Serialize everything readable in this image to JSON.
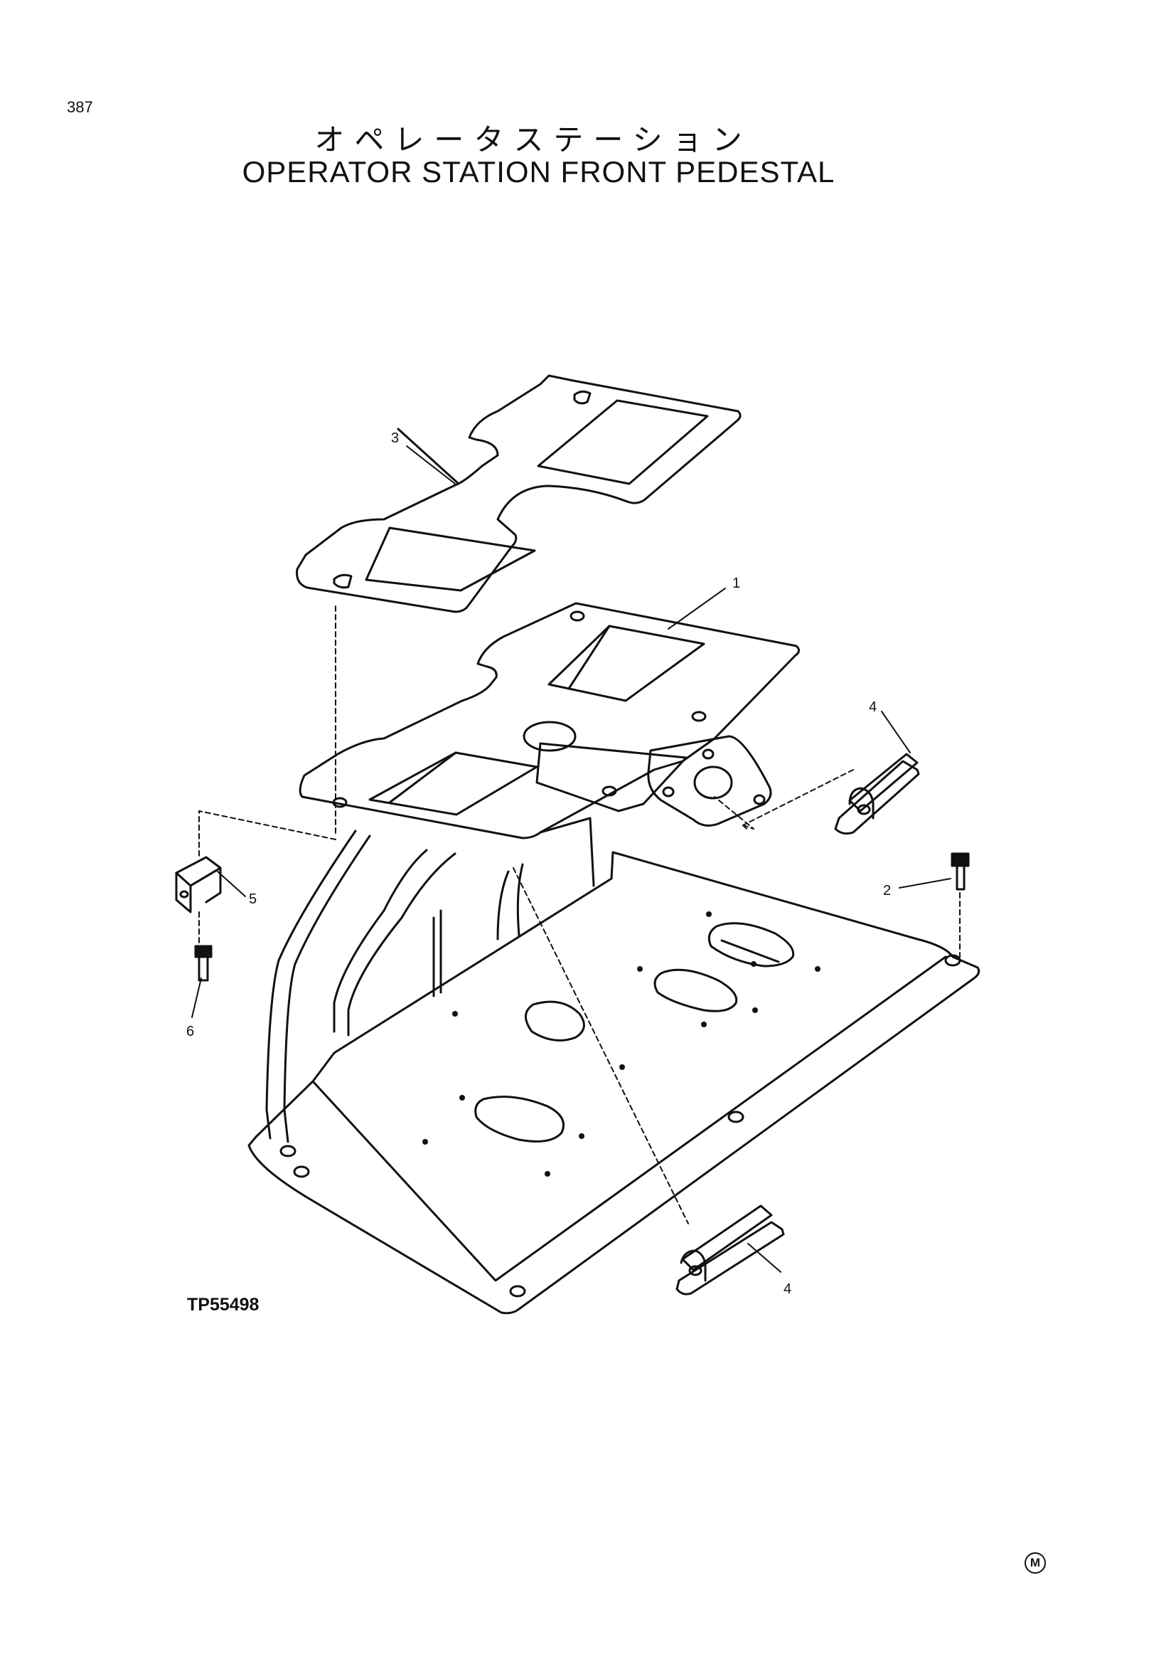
{
  "page_number": "387",
  "title_jp": "オペレータステーション",
  "title_en": "OPERATOR STATION FRONT PEDESTAL",
  "drawing_code": "TP55498",
  "corner_mark": "M",
  "callouts": {
    "part_3": "3",
    "part_1": "1",
    "part_4_upper": "4",
    "part_4_lower": "4",
    "part_2": "2",
    "part_5": "5",
    "part_6": "6"
  }
}
